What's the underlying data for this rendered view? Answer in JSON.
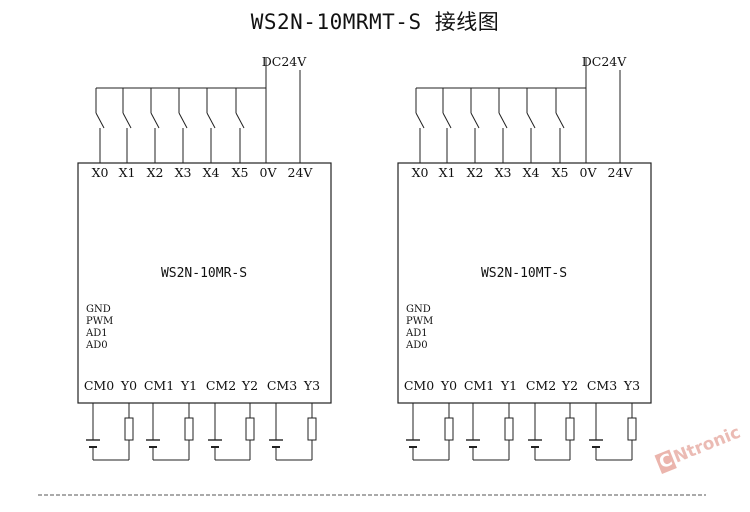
{
  "title": "WS2N-10MRMT-S  接线图",
  "supply_label": "DC24V",
  "modules": [
    {
      "name": "WS2N-10MR-S",
      "inputs": [
        "X0",
        "X1",
        "X2",
        "X3",
        "X4",
        "X5",
        "0V",
        "24V"
      ],
      "side_labels": [
        "GND",
        "PWM",
        "AD1",
        "AD0"
      ],
      "outputs": [
        "CM0",
        "Y0",
        "CM1",
        "Y1",
        "CM2",
        "Y2",
        "CM3",
        "Y3"
      ]
    },
    {
      "name": "WS2N-10MT-S",
      "inputs": [
        "X0",
        "X1",
        "X2",
        "X3",
        "X4",
        "X5",
        "0V",
        "24V"
      ],
      "side_labels": [
        "GND",
        "PWM",
        "AD1",
        "AD0"
      ],
      "outputs": [
        "CM0",
        "Y0",
        "CM1",
        "Y1",
        "CM2",
        "Y2",
        "CM3",
        "Y3"
      ]
    }
  ],
  "watermark": {
    "boxed": "C",
    "rest": "Ntronic"
  }
}
